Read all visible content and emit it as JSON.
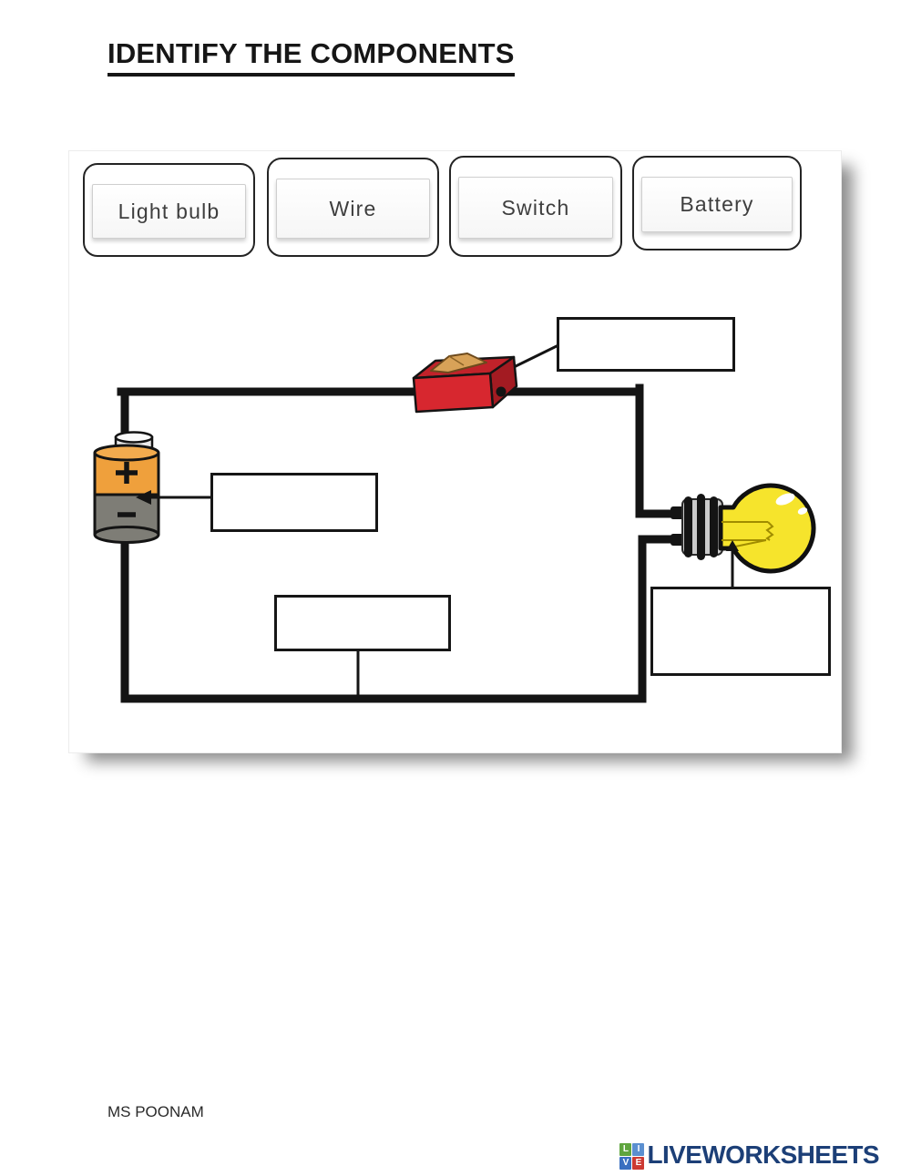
{
  "page": {
    "title": "IDENTIFY THE COMPONENTS",
    "author": "MS POONAM"
  },
  "word_bank": {
    "items": [
      {
        "label": "Light bulb"
      },
      {
        "label": "Wire"
      },
      {
        "label": "Switch"
      },
      {
        "label": "Battery"
      }
    ]
  },
  "diagram": {
    "answer_boxes": [
      {
        "name": "answer-box-switch",
        "value": ""
      },
      {
        "name": "answer-box-battery",
        "value": ""
      },
      {
        "name": "answer-box-wire",
        "value": ""
      },
      {
        "name": "answer-box-lightbulb",
        "value": ""
      }
    ],
    "colors": {
      "wire_black": "#141414",
      "switch_red": "#d7272f",
      "switch_red_dark": "#a31b22",
      "switch_lever_tan": "#d8a258",
      "battery_orange": "#efa03c",
      "battery_gray": "#7e7d76",
      "bulb_yellow": "#f6e42c"
    }
  },
  "branding": {
    "logo_text": "LIVEWORKSHEETS",
    "logo_color": "#1c3f77",
    "icon_tiles": [
      {
        "letter": "L",
        "color": "#5fa53e"
      },
      {
        "letter": "I",
        "color": "#5b8fd0"
      },
      {
        "letter": "V",
        "color": "#3a6fc0"
      },
      {
        "letter": "E",
        "color": "#cc3a33"
      }
    ]
  }
}
